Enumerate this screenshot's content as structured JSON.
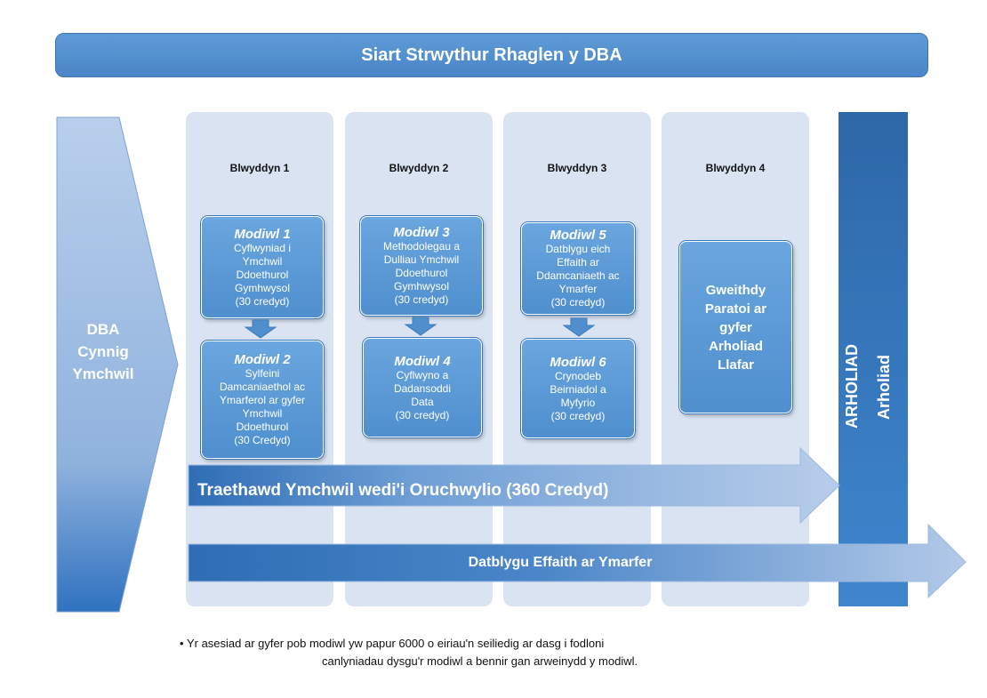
{
  "title": "Siart Strwythur Rhaglen y DBA",
  "left_arrow": {
    "lines": [
      "DBA",
      "Cynnig",
      "Ymchwil"
    ]
  },
  "years": [
    "Blwyddyn 1",
    "Blwyddyn 2",
    "Blwyddyn 3",
    "Blwyddyn 4"
  ],
  "modules": [
    {
      "title": "Modiwl 1",
      "lines": [
        "Cyflwyniad i",
        "Ymchwil",
        "Ddoethurol",
        "Gymhwysol",
        "(30 credyd)"
      ]
    },
    {
      "title": "Modiwl 2",
      "lines": [
        "Sylfeini",
        "Damcaniaethol ac",
        "Ymarferol ar gyfer",
        "Ymchwil",
        "Ddoethurol",
        "(30 Credyd)"
      ]
    },
    {
      "title": "Modiwl 3",
      "lines": [
        "Methodolegau a",
        "Dulliau Ymchwil",
        "Ddoethurol",
        "Gymhwysol",
        "(30 credyd)"
      ]
    },
    {
      "title": "Modiwl 4",
      "lines": [
        "Cyflwyno a",
        "Dadansoddi",
        "Data",
        "(30 credyd)"
      ]
    },
    {
      "title": "Modiwl 5",
      "lines": [
        "Datblygu eich",
        "Effaith ar",
        "Ddamcaniaeth ac",
        "Ymarfer",
        "(30 credyd)"
      ]
    },
    {
      "title": "Modiwl 6",
      "lines": [
        "Crynodeb",
        "Beirniadol a",
        "Myfyrio",
        "(30 credyd)"
      ]
    }
  ],
  "workshop": {
    "lines": [
      "Gweithdy",
      "Paratoi ar",
      "gyfer",
      "Arholiad",
      "Llafar"
    ]
  },
  "exam": {
    "label1": "ARHOLIAD",
    "label2": "Arholiad"
  },
  "thesis": "Traethawd Ymchwil wedi'i Oruchwylio (360 Credyd)",
  "impact": "Datblygu Effaith ar Ymarfer",
  "note": {
    "line1": "Yr asesiad ar gyfer pob modiwl yw papur 6000 o eiriau'n seiliedig ar dasg i fodloni",
    "line2": "canlyniadau dysgu'r modiwl a bennir gan arweinydd y modiwl."
  },
  "colors": {
    "accent": "#4a86c8",
    "dark": "#2f6aa8",
    "column": "#d9e3f2"
  }
}
